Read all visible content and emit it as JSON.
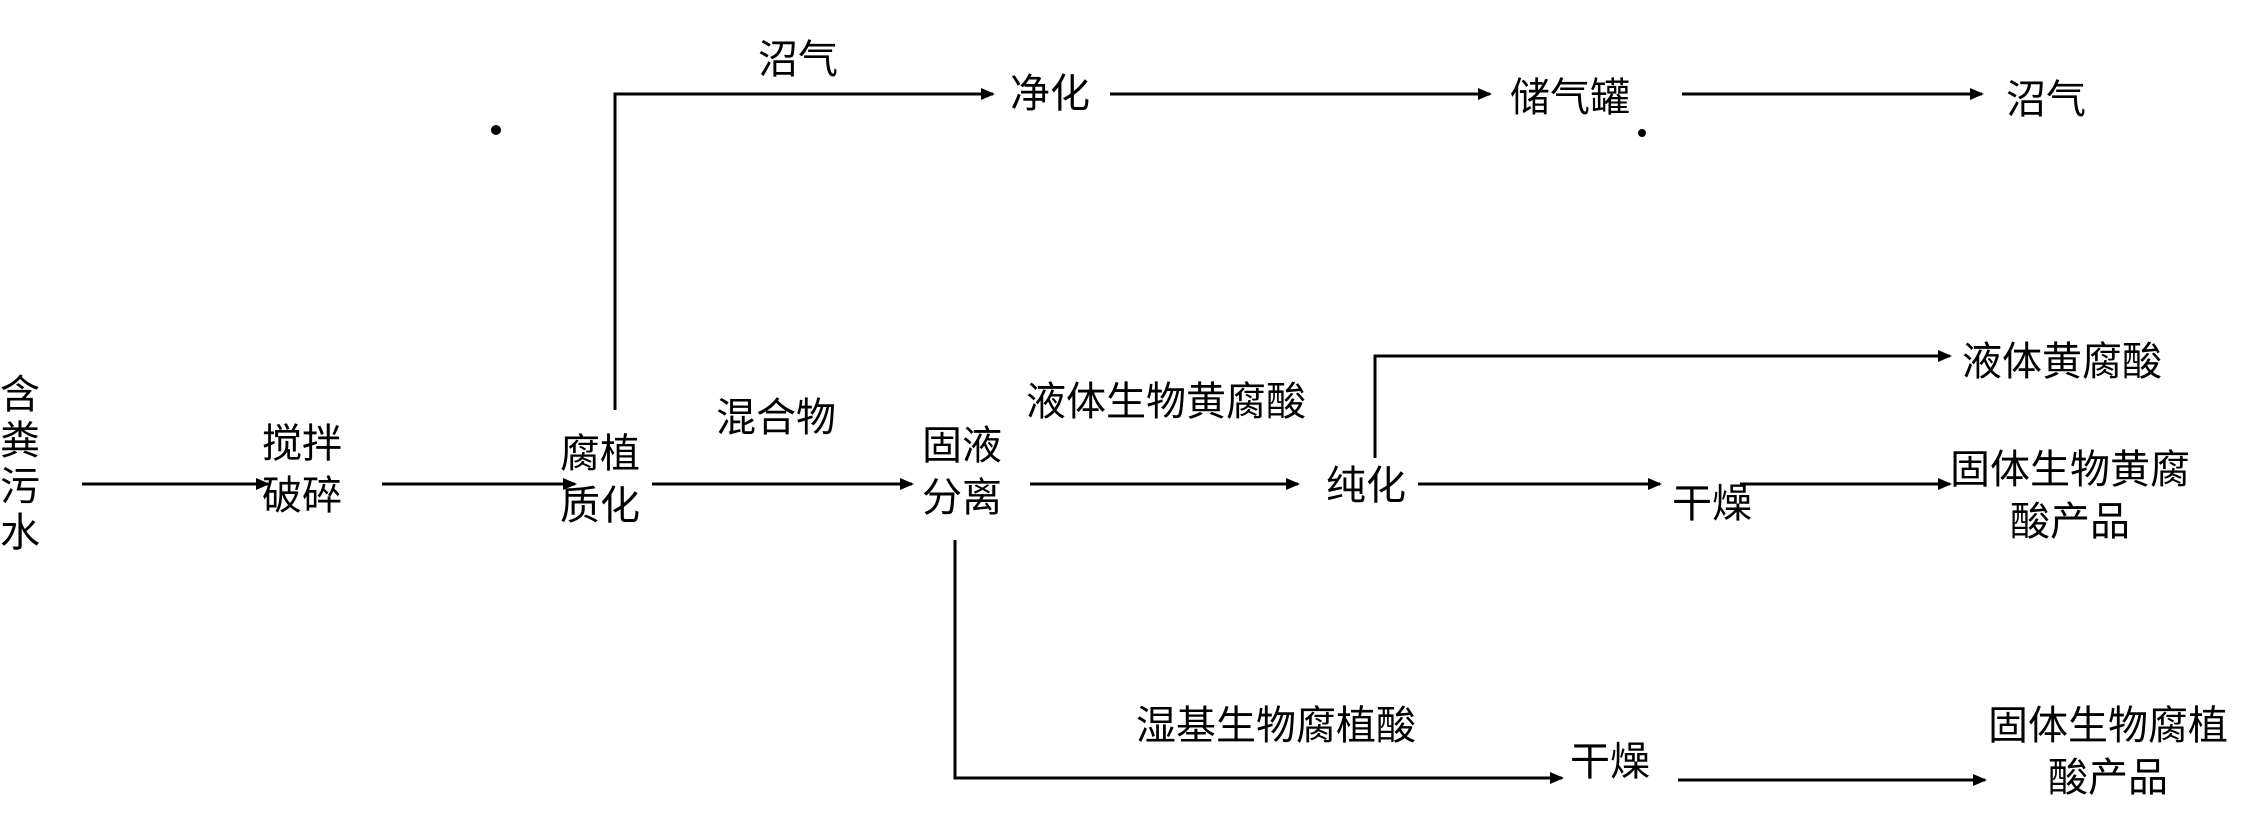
{
  "nodes": {
    "input": "含\n粪\n污\n水",
    "stir": "搅拌\n破碎",
    "humify": "腐植\n质化",
    "separate": "固液\n分离",
    "purify": "纯化",
    "dry1": "干燥",
    "dry2": "干燥",
    "clean": "净化",
    "tank": "储气罐",
    "biogas_out": "沼气",
    "liquid_fulvic": "液体黄腐酸",
    "solid_fulvic": "固体生物黄腐\n酸产品",
    "solid_humic": "固体生物腐植\n酸产品"
  },
  "edges": {
    "biogas": "沼气",
    "mixture": "混合物",
    "liquid_bio_fulvic": "液体生物黄腐酸",
    "wet_humic": "湿基生物腐植酸"
  }
}
